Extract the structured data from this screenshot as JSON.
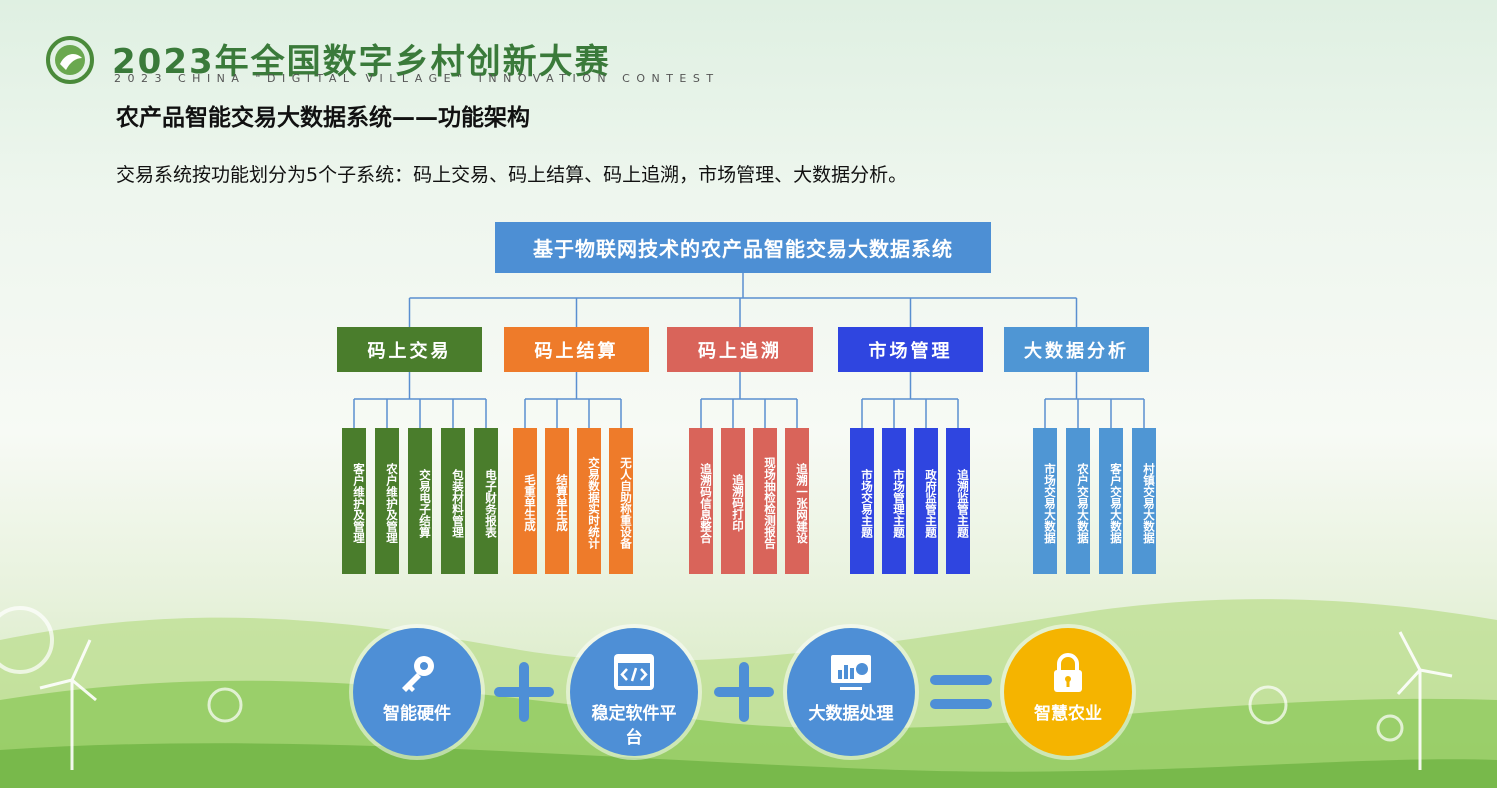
{
  "contest": {
    "title": "2023年全国数字乡村创新大赛",
    "subtitle": "2023 CHINA \"DIGITAL VILLAGE\" INNOVATION CONTEST"
  },
  "page": {
    "title": "农产品智能交易大数据系统——功能架构",
    "intro": "交易系统按功能划分为5个子系统：码上交易、码上结算、码上追溯，市场管理、大数据分析。"
  },
  "root": {
    "label": "基于物联网技术的农产品智能交易大数据系统"
  },
  "subsystems": [
    {
      "label": "码上交易",
      "color": "#4a7d2c",
      "items": [
        "客户维护及管理",
        "农户维护及管理",
        "交易电子结算",
        "包装材料管理",
        "电子财务报表"
      ]
    },
    {
      "label": "码上结算",
      "color": "#ee7b2a",
      "items": [
        "毛重单生成",
        "结算单生成",
        "交易数据实时统计",
        "无人自助称重设备"
      ]
    },
    {
      "label": "码上追溯",
      "color": "#d9645a",
      "items": [
        "追溯码信息整合",
        "追溯码打印",
        "现场抽检检测报告",
        "追溯一张网建设"
      ]
    },
    {
      "label": "市场管理",
      "color": "#2f45e0",
      "items": [
        "市场交易主题",
        "市场管理主题",
        "政府监管主题",
        "追溯监管主题"
      ]
    },
    {
      "label": "大数据分析",
      "color": "#4f96d4",
      "items": [
        "市场交易大数据",
        "农户交易大数据",
        "客户交易大数据",
        "村镇交易大数据"
      ]
    }
  ],
  "formula": {
    "items": [
      {
        "label": "智能硬件",
        "icon": "key-icon",
        "color": "#4e8fd6"
      },
      {
        "label": "稳定软件平台",
        "icon": "code-window-icon",
        "color": "#4e8fd6"
      },
      {
        "label": "大数据处理",
        "icon": "chart-monitor-icon",
        "color": "#4e8fd6"
      },
      {
        "label": "智慧农业",
        "icon": "lock-icon",
        "color": "#f5b400"
      }
    ],
    "plus": "+",
    "equals": "="
  }
}
